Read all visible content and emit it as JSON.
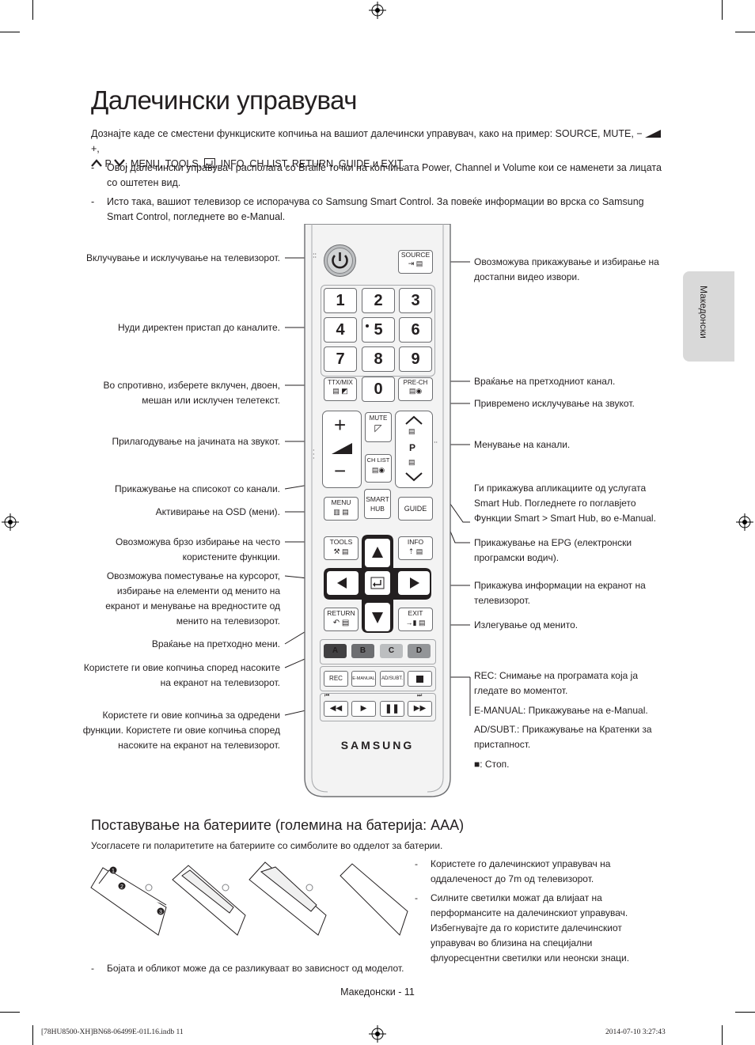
{
  "title": "Далечински управувач",
  "side_tab": "Македонски",
  "intro": {
    "text_pre": "Дознајте каде се сместени функциските копчиња на вашиот далечински управувач, како на пример: ",
    "keys_line1": "SOURCE, MUTE, ",
    "vol_minus": "−",
    "vol_plus": "+,",
    "p_label": "P",
    "keys_line2": ", MENU, TOOLS, ",
    "keys_line2b": ", INFO, CH LIST, RETURN, GUIDE и EXIT."
  },
  "bullets": [
    {
      "dash": "-",
      "text": "Овој далечински управувач располага со Braille точки на копчињата Power, Channel и Volume кои се наменети за лицата со оштетен вид."
    },
    {
      "dash": "-",
      "text": "Исто така, вашиот телевизор се испорачува со Samsung Smart Control. За повеќе информации во врска со Samsung Smart Control, погледнете во e-Manual."
    }
  ],
  "labels_left": [
    "Вклучување и исклучување на телевизорот.",
    "Нуди директен пристап до каналите.",
    "Во спротивно, изберете вклучен, двоен, мешан или исклучен телетекст.",
    "Прилагодување на јачината на звукот.",
    "Прикажување на списокот со канали.",
    "Активирање на OSD (мени).",
    "Овозможува брзо избирање на често користените функции.",
    "Овозможува поместување на курсорот, избирање на елементи од менито на екранот и менување на вредностите од менито на телевизорот.",
    "Враќање на претходно мени.",
    "Користете ги овие копчиња според насоките на екранот на телевизорот.",
    "Користете ги овие копчиња за одредени функции. Користете ги овие копчиња според насоките на екранот на телевизорот."
  ],
  "labels_right": [
    "Овозможува прикажување и избирање на достапни видео извори.",
    "Враќање на претходниот канал.",
    "Привремено исклучување на звукот.",
    "Менување на канали.",
    "Ги прикажува апликациите од услугата Smart Hub. Погледнете го поглавјето Функции Smart > Smart Hub, во e-Manual.",
    "Прикажување на EPG (електронски програмски водич).",
    "Прикажува информации на екранот на телевизорот.",
    "Излегување од менито.",
    "REC: Снимање на програмата која ја гледате во моментот.",
    "E-MANUAL: Прикажување на e-Manual.",
    "AD/SUBT.: Прикажување на Кратенки за пристапност.",
    "■: Стоп."
  ],
  "remote": {
    "source": "SOURCE",
    "digits": [
      "1",
      "2",
      "3",
      "4",
      "5",
      "6",
      "7",
      "8",
      "9"
    ],
    "zero": "0",
    "ttx": "TTX/MIX",
    "prech": "PRE-CH",
    "mute": "MUTE",
    "chlist": "CH LIST",
    "p": "P",
    "menu": "MENU",
    "smart": "SMART",
    "hub": "HUB",
    "guide": "GUIDE",
    "tools": "TOOLS",
    "info": "INFO",
    "return": "RETURN",
    "exit": "EXIT",
    "colors": [
      "A",
      "B",
      "C",
      "D"
    ],
    "rec": "REC",
    "emanual": "E-MANUAL",
    "adsubt": "AD/SUBT.",
    "brand": "SAMSUNG"
  },
  "battery": {
    "heading": "Поставување на батериите (големина на батерија: AAA)",
    "intro": "Усогласете ги поларитетите на батериите со симболите во одделот за батерии.",
    "steps": [
      "1",
      "2",
      "3"
    ],
    "note": "Бојата и обликот може да се разликуваат во зависност од моделот.",
    "bullets": [
      "Користете го далечинскиот управувач на оддалеченост до 7m од телевизорот.",
      "Силните светилки можат да влијаат на перформансите на далечинскиот управувач. Избегнувајте да го користите далечинскиот управувач во близина на специјални флуоресцентни светилки или неонски знаци."
    ],
    "dash": "-"
  },
  "footer": "Македонски - 11",
  "print_left": "[78HU8500-XH]BN68-06499E-01L16.indb   11",
  "print_right": "2014-07-10   3:27:43"
}
